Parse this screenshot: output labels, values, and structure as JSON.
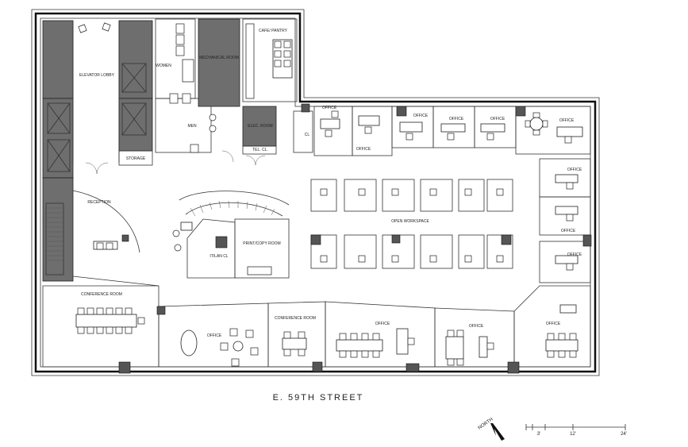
{
  "plan": {
    "street_label": "E. 59TH STREET",
    "north_label": "NORTH",
    "scale_labels": [
      "3'",
      "12'",
      "24'"
    ],
    "rooms": {
      "elevator_lobby": "ELEVATOR LOBBY",
      "women": "WOMEN",
      "mechanical_room": "MECHANICAL ROOM",
      "cafe_pantry": "CAFE/ PANTRY",
      "men": "MEN",
      "elec_room": "ELEC. ROOM",
      "tel_cl": "TEL. CL.",
      "storage": "STORAGE",
      "cl": "CL",
      "reception": "RECEPTION",
      "it_lan_cl": "IT/LAN CL",
      "print_copy_room": "PRINT/COPY ROOM",
      "open_workspace": "OPEN WORKSPACE",
      "conference_room_west": "CONFERENCE ROOM",
      "conference_room_south": "CONFERENCE ROOM",
      "office": "OFFICE"
    }
  }
}
